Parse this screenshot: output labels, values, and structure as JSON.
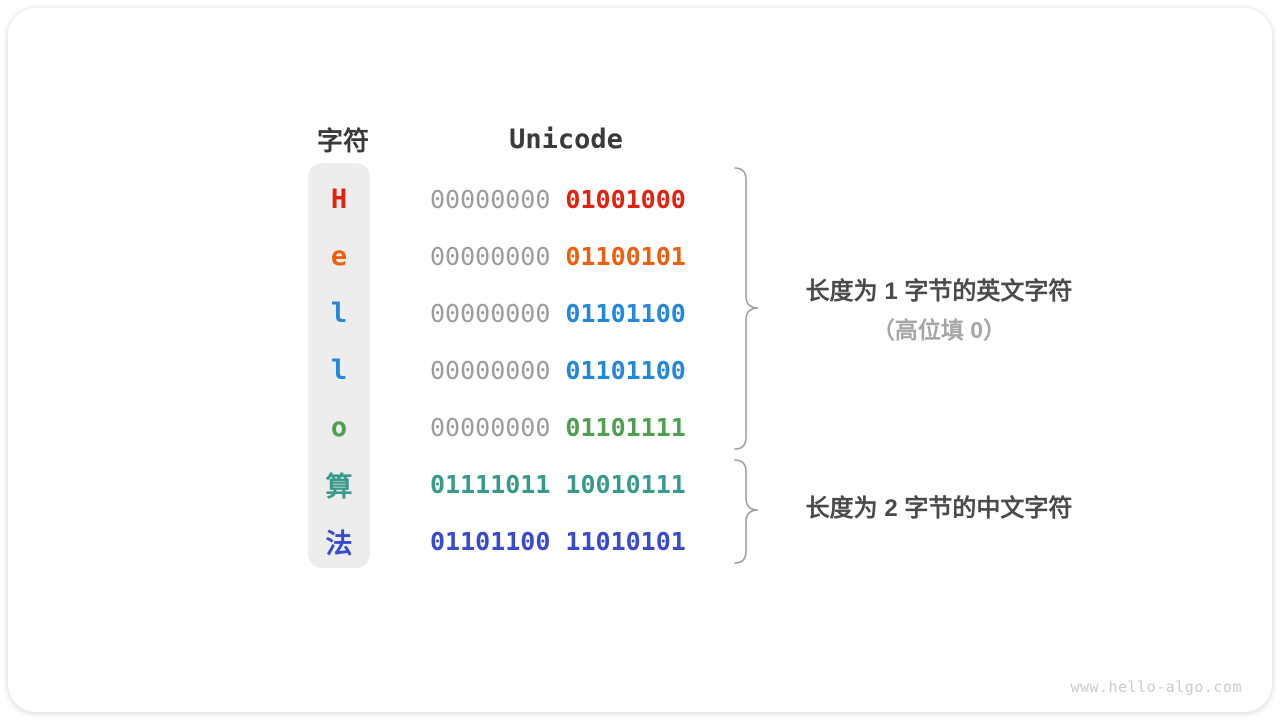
{
  "table": {
    "headers": {
      "char": "字符",
      "unicode": "Unicode"
    },
    "rows": [
      {
        "char": "H",
        "byte1": "00000000",
        "byte2": "01001000",
        "color": "#e2210f",
        "byte1_padding": true
      },
      {
        "char": "e",
        "byte1": "00000000",
        "byte2": "01100101",
        "color": "#ec5f0e",
        "byte1_padding": true
      },
      {
        "char": "l",
        "byte1": "00000000",
        "byte2": "01101100",
        "color": "#2287dd",
        "byte1_padding": true
      },
      {
        "char": "l",
        "byte1": "00000000",
        "byte2": "01101100",
        "color": "#2287dd",
        "byte1_padding": true
      },
      {
        "char": "o",
        "byte1": "00000000",
        "byte2": "01101111",
        "color": "#4f9e51",
        "byte1_padding": true
      },
      {
        "char": "算",
        "byte1": "01111011",
        "byte2": "10010111",
        "color": "#379a8b",
        "byte1_padding": false
      },
      {
        "char": "法",
        "byte1": "01101100",
        "byte2": "11010101",
        "color": "#3849d2",
        "byte1_padding": false
      }
    ]
  },
  "annotations": {
    "group1_line1": "长度为 1 字节的英文字符",
    "group1_line2": "（高位填 0）",
    "group2_line1": "长度为 2 字节的中文字符"
  },
  "watermark": "www.hello-algo.com",
  "colors": {
    "red": "#e2210f",
    "orange": "#ec5f0e",
    "blue": "#2287dd",
    "green": "#4f9e51",
    "teal": "#379a8b",
    "indigo": "#3849d2",
    "padding_gray": "#9c9c9c",
    "header_text": "#3a3a3a",
    "annotation_text": "#4a4a4a",
    "annotation_muted": "#a6a6a6",
    "brace_stroke": "#9e9e9e",
    "column_background": "#ededed",
    "watermark_gray": "#cbcbcb"
  }
}
